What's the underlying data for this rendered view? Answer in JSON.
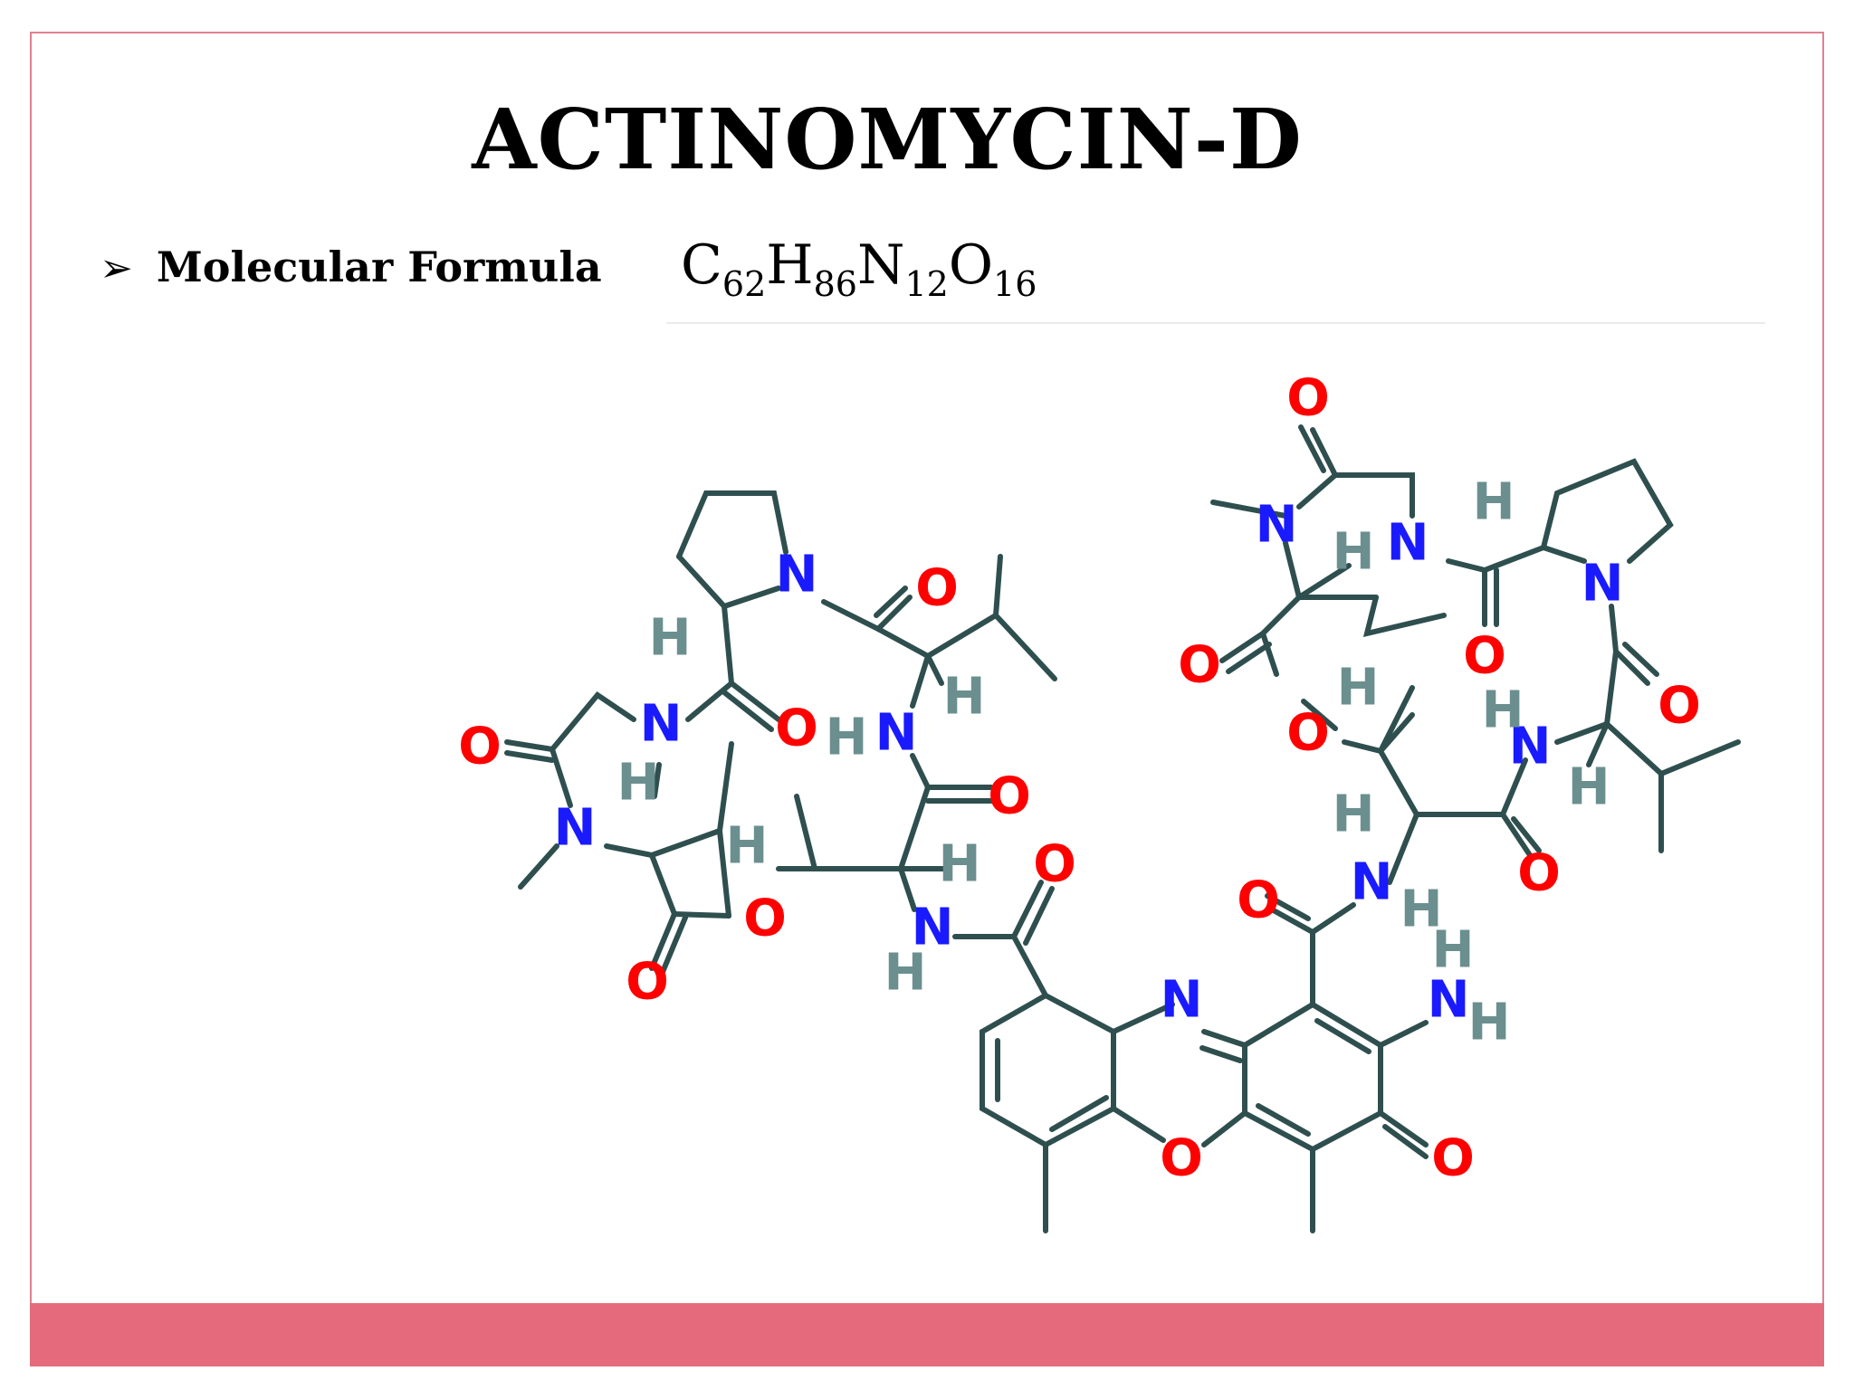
{
  "slide": {
    "title": "ACTINOMYCIN-D",
    "bullet_marker": "➢",
    "bullet_label": "Molecular Formula",
    "formula": {
      "c": "C",
      "c_count": "62",
      "h": "H",
      "h_count": "86",
      "n": "N",
      "n_count": "12",
      "o": "O",
      "o_count": "16"
    }
  },
  "colors": {
    "accent": "#e56b7c",
    "oxygen": "#ff0000",
    "nitrogen": "#1a1aff",
    "hydrogen": "#6b8f8f",
    "bond": "#2f4f4f"
  },
  "structure": {
    "atom_labels": {
      "O": "O",
      "N": "N",
      "H": "H"
    }
  }
}
